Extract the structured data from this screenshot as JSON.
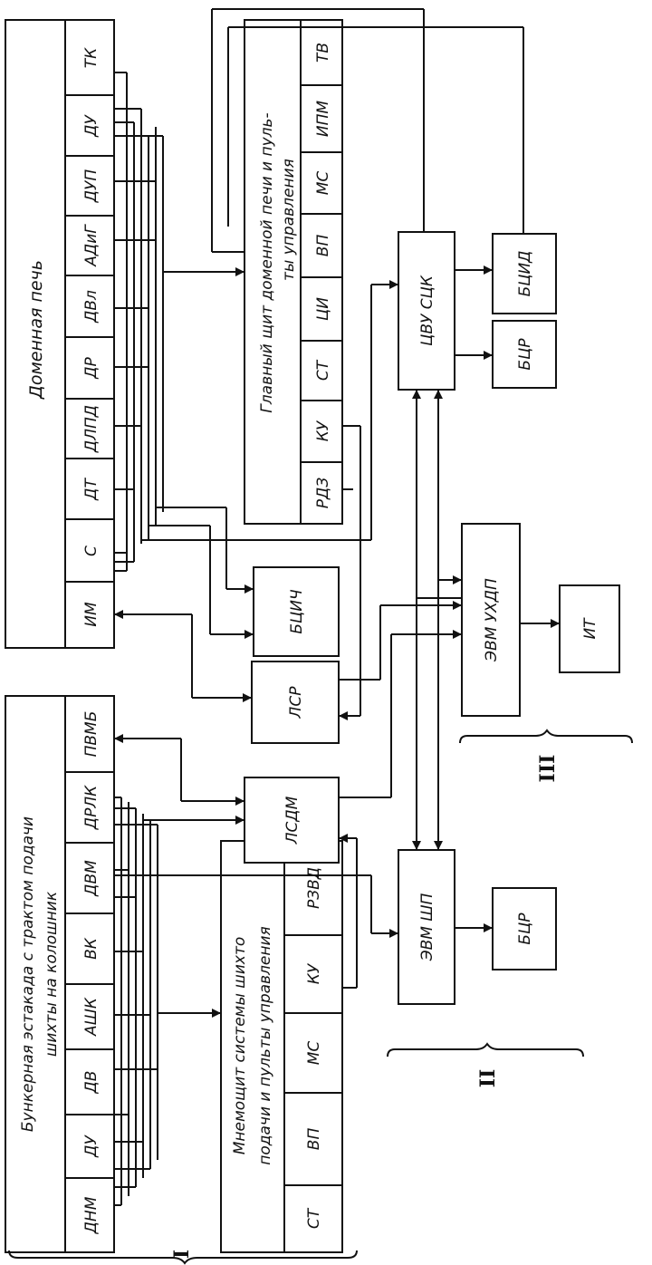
{
  "furnace": {
    "title": "Доменная печь",
    "cells": [
      "ИМ",
      "С",
      "ДТ",
      "ДЛПД",
      "ДР",
      "ДВл",
      "АДиГ",
      "ДУП",
      "ДУ",
      "ТК"
    ]
  },
  "bunker": {
    "title_line1": "Бункерная эстакада с трактом подачи",
    "title_line2": "шихты на колошник",
    "cells": [
      "ДНМ",
      "ДУ",
      "ДВ",
      "АШК",
      "ВК",
      "ДВМ",
      "ДРЛК",
      "ПВМБ"
    ]
  },
  "main_panel": {
    "title_line1": "Главный щит доменной печи и пуль-",
    "title_line2": "ты управления",
    "cells": [
      "РДЗ",
      "КУ",
      "СТ",
      "ЦИ",
      "ВП",
      "МС",
      "ИПМ",
      "ТВ"
    ]
  },
  "mnemo_panel": {
    "title_line1": "Мнемощит системы шихто",
    "title_line2": "подачи и пульты управления",
    "cells": [
      "СТ",
      "ВП",
      "МС",
      "КУ",
      "РЗВД"
    ]
  },
  "blocks": {
    "bcich": "БЦИЧ",
    "lsr": "ЛСР",
    "lsdm": "ЛСДМ",
    "evm_shp": "ЭВМ ШП",
    "bcr_low": "БЦР",
    "evm_uhdp": "ЭВМ УХДП",
    "it": "ИТ",
    "cvu_sck": "ЦВУ СЦК",
    "bcr_top": "БЦР",
    "bcid": "БЦИД"
  },
  "groups": {
    "g1": "I",
    "g2": "II",
    "g3": "III"
  }
}
